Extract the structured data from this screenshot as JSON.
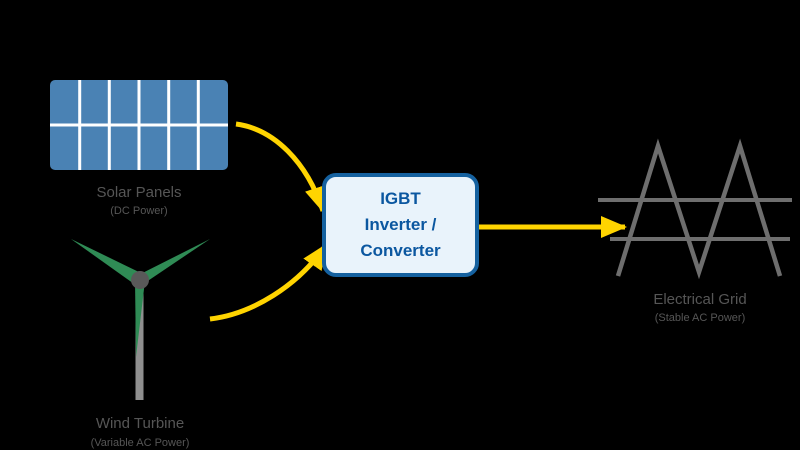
{
  "colors": {
    "background": "#000000",
    "arrow": "#FFD400",
    "panel": "#4A82B4",
    "panel-grid": "#FFFFFF",
    "box-fill": "#E9F3FB",
    "box-border": "#15619F",
    "box-text": "#0B57A0",
    "label": "#565656",
    "grid": "#6E6E6E",
    "pole": "#8F8F8F",
    "hub": "#595959",
    "blade": "#2F8B55"
  },
  "nodes": {
    "solar": {
      "label": "Solar Panels",
      "sublabel": "(DC Power)"
    },
    "wind": {
      "label": "Wind Turbine",
      "sublabel": "(Variable AC Power)"
    },
    "inverter": {
      "lines": [
        "IGBT",
        "Inverter /",
        "Converter"
      ]
    },
    "grid": {
      "label": "Electrical Grid",
      "sublabel": "(Stable AC Power)"
    }
  },
  "arrows": [
    {
      "name": "solar-to-inverter",
      "from": "solar",
      "to": "inverter",
      "style": "curved"
    },
    {
      "name": "wind-to-inverter",
      "from": "wind",
      "to": "inverter",
      "style": "curved"
    },
    {
      "name": "inverter-to-grid",
      "from": "inverter",
      "to": "grid",
      "style": "straight"
    }
  ]
}
